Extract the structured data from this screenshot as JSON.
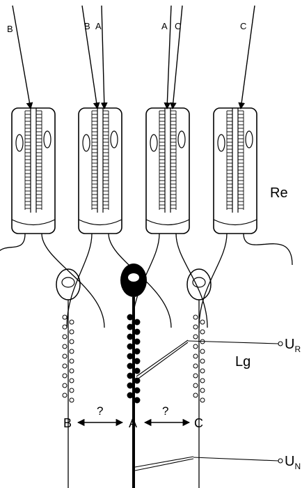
{
  "rays": {
    "top_left_B": "B",
    "top_pair_1_B": "B",
    "top_pair_1_A": "A",
    "top_pair_2_A": "A",
    "top_pair_2_C": "C",
    "top_right_C": "C"
  },
  "region_label": "Re",
  "bottom_labels": {
    "B": "B",
    "A": "A",
    "C": "C"
  },
  "question_marks": [
    "?",
    "?"
  ],
  "lg_label": "Lg",
  "outputs": {
    "ur_main": "U",
    "ur_sub": "R",
    "un_main": "U",
    "un_sub": "N"
  },
  "colors": {
    "ink": "#000000",
    "paper": "#ffffff"
  }
}
